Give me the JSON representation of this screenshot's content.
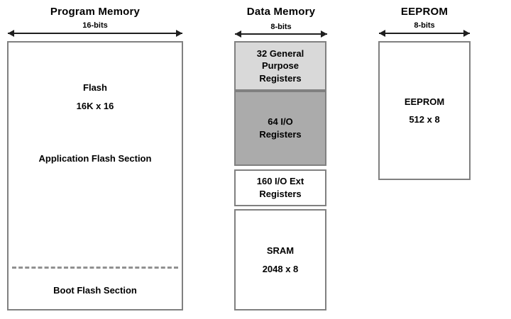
{
  "program_memory": {
    "title": "Program Memory",
    "bus_width": "16-bits",
    "flash_name": "Flash",
    "flash_size": "16K x 16",
    "application_section": "Application Flash Section",
    "boot_section": "Boot Flash Section"
  },
  "data_memory": {
    "title": "Data Memory",
    "bus_width": "8-bits",
    "blocks": [
      {
        "name": "general-purpose-registers",
        "label": "32 General\nPurpose\nRegisters",
        "bg": "#d9d9d9"
      },
      {
        "name": "io-registers",
        "label": "64 I/O\nRegisters",
        "bg": "#ababab"
      },
      {
        "name": "io-ext-registers",
        "label": "160 I/O Ext\nRegisters",
        "bg": "#ffffff"
      },
      {
        "name": "sram",
        "label": "SRAM\n2048 x 8",
        "bg": "#ffffff"
      }
    ]
  },
  "eeprom": {
    "title": "EEPROM",
    "bus_width": "8-bits",
    "chip_name": "EEPROM",
    "chip_size": "512 x 8"
  },
  "colors": {
    "border": "#808080",
    "arrow": "#1f1f1f",
    "text": "#000000",
    "background": "#ffffff"
  }
}
